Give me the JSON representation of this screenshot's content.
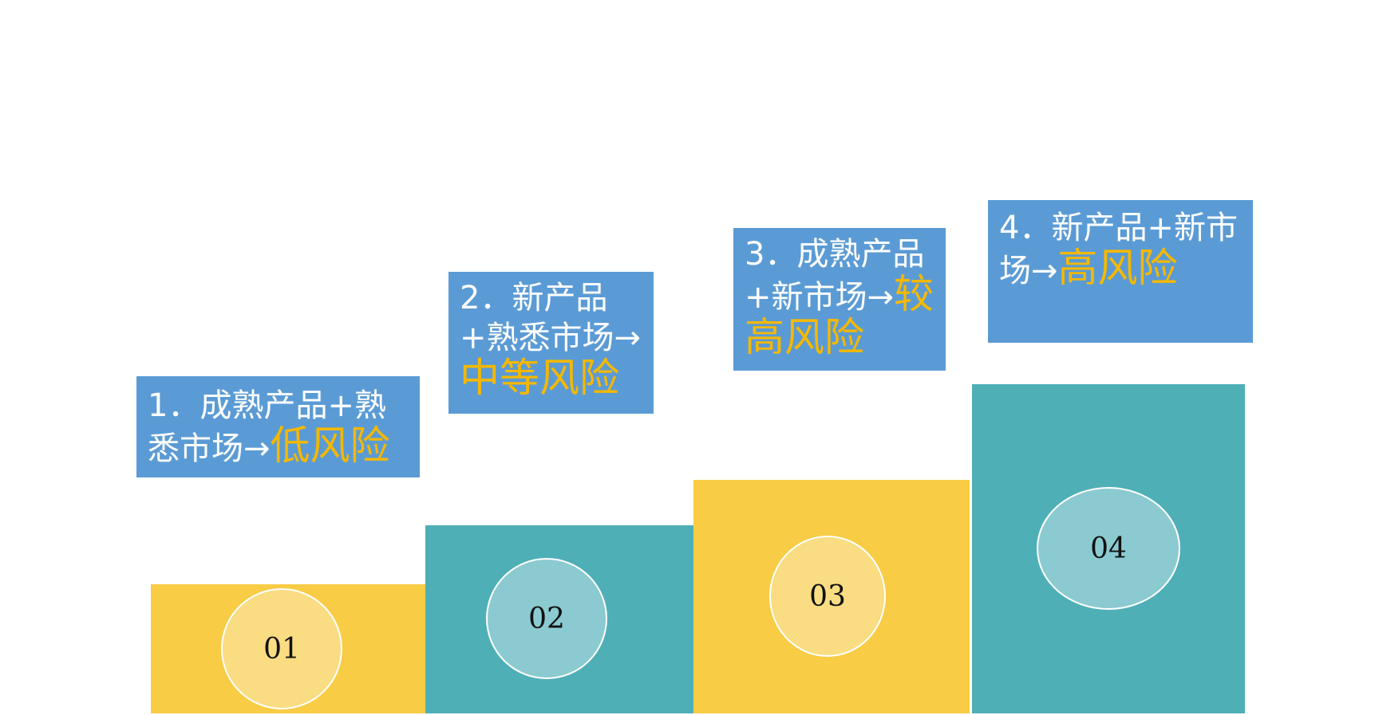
{
  "steps": [
    {
      "number": "01",
      "label_text": "1．成熟产品+熟悉市场→",
      "risk_text": "低风险"
    },
    {
      "number": "02",
      "label_text": "2．新产品+熟悉市场→",
      "risk_text": "中等风险"
    },
    {
      "number": "03",
      "label_text": "3．成熟产品+新市场→",
      "risk_text": "较高风险"
    },
    {
      "number": "04",
      "label_text": "4．新产品+新市场→",
      "risk_text": "高风险"
    }
  ],
  "colors": {
    "yellow": "#F9CC45",
    "teal": "#4FAFB7",
    "light_yellow": "#FADC82",
    "light_teal": "#8ACAD0",
    "label_blue": "#5B9BD5",
    "risk_text": "#F5B800"
  }
}
